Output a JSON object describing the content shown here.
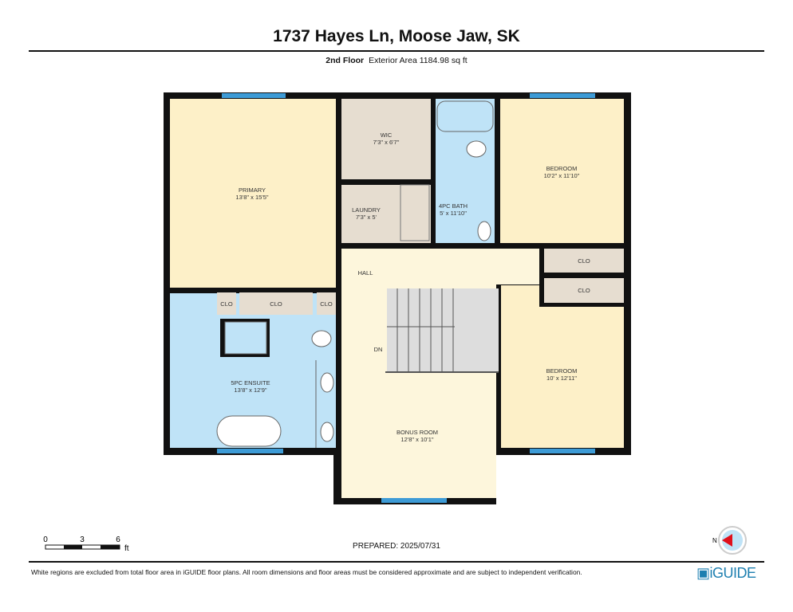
{
  "header": {
    "title": "1737 Hayes Ln, Moose Jaw, SK",
    "floor": "2nd Floor",
    "area": "Exterior Area 1184.98 sq ft"
  },
  "rooms": {
    "primary": {
      "name": "PRIMARY",
      "dims": "13'8\" x 15'5\""
    },
    "wic": {
      "name": "WIC",
      "dims": "7'3\" x 6'7\""
    },
    "laundry": {
      "name": "LAUNDRY",
      "dims": "7'3\" x 5'"
    },
    "bath4": {
      "name": "4PC BATH",
      "dims": "5' x 11'10\""
    },
    "bedroom1": {
      "name": "BEDROOM",
      "dims": "10'2\" x 11'10\""
    },
    "hall": {
      "name": "HALL"
    },
    "dn": "DN",
    "clo": "CLO",
    "ensuite": {
      "name": "5PC ENSUITE",
      "dims": "13'8\" x 12'9\""
    },
    "bonus": {
      "name": "BONUS ROOM",
      "dims": "12'8\" x 10'1\""
    },
    "bedroom2": {
      "name": "BEDROOM",
      "dims": "10' x 12'11\""
    }
  },
  "footer": {
    "scale": {
      "t0": "0",
      "t1": "3",
      "t2": "6",
      "unit": "ft"
    },
    "prepared": "PREPARED: 2025/07/31",
    "compass": "N",
    "disclaimer": "White regions are excluded from total floor area in iGUIDE floor plans. All room dimensions and floor areas must be considered approximate and are subject to independent verification.",
    "logo": "iGUIDE"
  },
  "colors": {
    "living": "#fdf0c8",
    "wet": "#bfe3f7",
    "storage": "#e6ddd0",
    "hall": "#fdf6dc",
    "wall": "#111111",
    "window": "#3d9bd6"
  }
}
